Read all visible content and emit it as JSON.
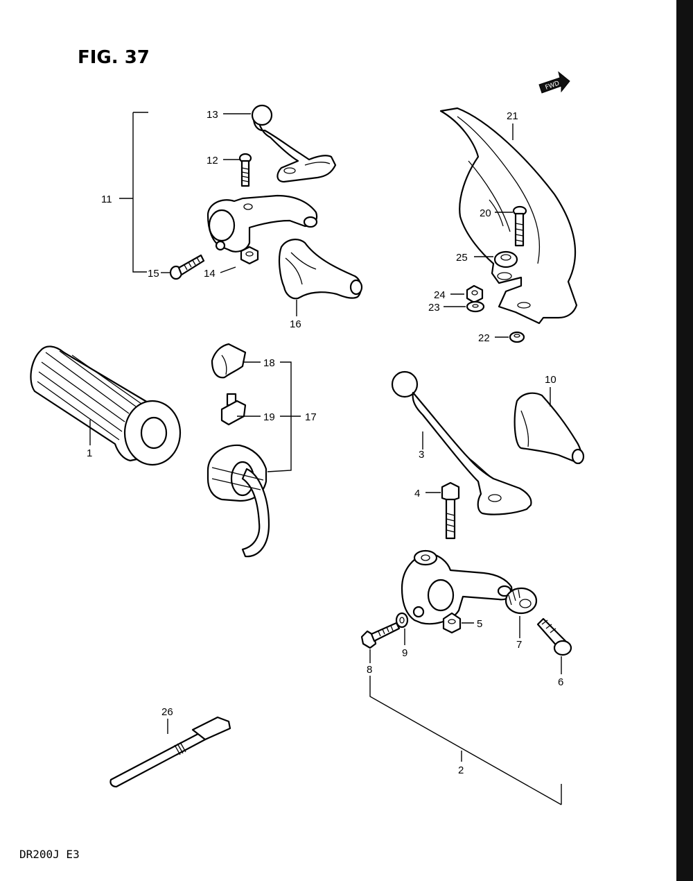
{
  "figure": {
    "title": "FIG. 37",
    "model_code": "DR200J  E3",
    "direction_marker": "FWD"
  },
  "labels": {
    "p1": "1",
    "p2": "2",
    "p3": "3",
    "p4": "4",
    "p5": "5",
    "p6": "6",
    "p7": "7",
    "p8": "8",
    "p9": "9",
    "p10": "10",
    "p11": "11",
    "p12": "12",
    "p13": "13",
    "p14": "14",
    "p15": "15",
    "p16": "16",
    "p17": "17",
    "p18": "18",
    "p19": "19",
    "p20": "20",
    "p21": "21",
    "p22": "22",
    "p23": "23",
    "p24": "24",
    "p25": "25",
    "p26": "26"
  }
}
